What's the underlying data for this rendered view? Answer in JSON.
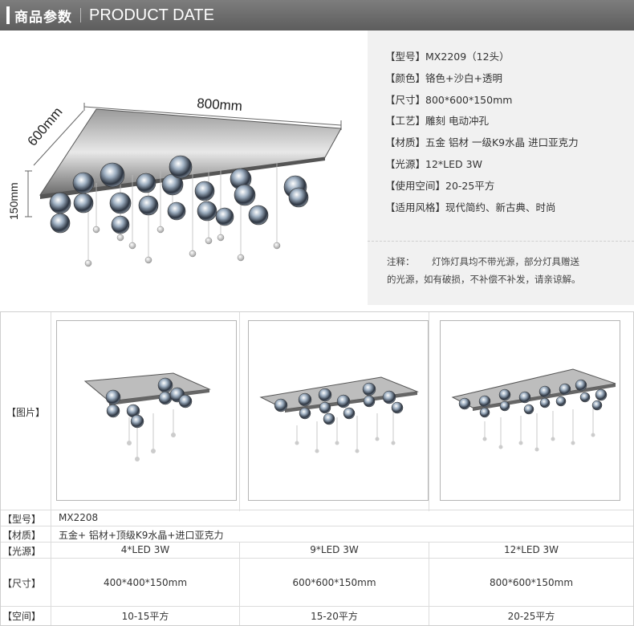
{
  "header": {
    "title_cn": "商品参数",
    "title_en": "PRODUCT DATE"
  },
  "drawing": {
    "width_label": "800mm",
    "depth_label": "600mm",
    "height_label": "150mm"
  },
  "specs": [
    {
      "label": "【型号】",
      "value": "MX2209（12头）"
    },
    {
      "label": "【颜色】",
      "value": "铬色+沙白+透明"
    },
    {
      "label": "【尺寸】",
      "value": "800*600*150mm"
    },
    {
      "label": "【工艺】",
      "value": "雕刻 电动冲孔"
    },
    {
      "label": "【材质】",
      "value": "五金  铝材 一级K9水晶 进口亚克力"
    },
    {
      "label": "【光源】",
      "value": "12*LED  3W"
    },
    {
      "label": "【使用空间】",
      "value": "20-25平方"
    },
    {
      "label": "【适用风格】",
      "value": "现代简约、新古典、时尚"
    }
  ],
  "note": {
    "label": "注释：",
    "text_line1": "灯饰灯具均不带光源，部分灯具赠送",
    "text_line2": "的光源，如有破损，不补偿不补发，请亲谅解。"
  },
  "table": {
    "labels": {
      "image": "【图片】",
      "model": "【型号】",
      "material": "【材质】",
      "light": "【光源】",
      "size": "【尺寸】",
      "space": "【空间】"
    },
    "model_value": "MX2208",
    "material_value": "五金+ 铝材+顶级K9水晶+进口亚克力",
    "columns": [
      {
        "light": "4*LED  3W",
        "size": "400*400*150mm",
        "space": "10-15平方"
      },
      {
        "light": "9*LED  3W",
        "size": "600*600*150mm",
        "space": "15-20平方"
      },
      {
        "light": "12*LED  3W",
        "size": "800*600*150mm",
        "space": "20-25平方"
      }
    ]
  }
}
